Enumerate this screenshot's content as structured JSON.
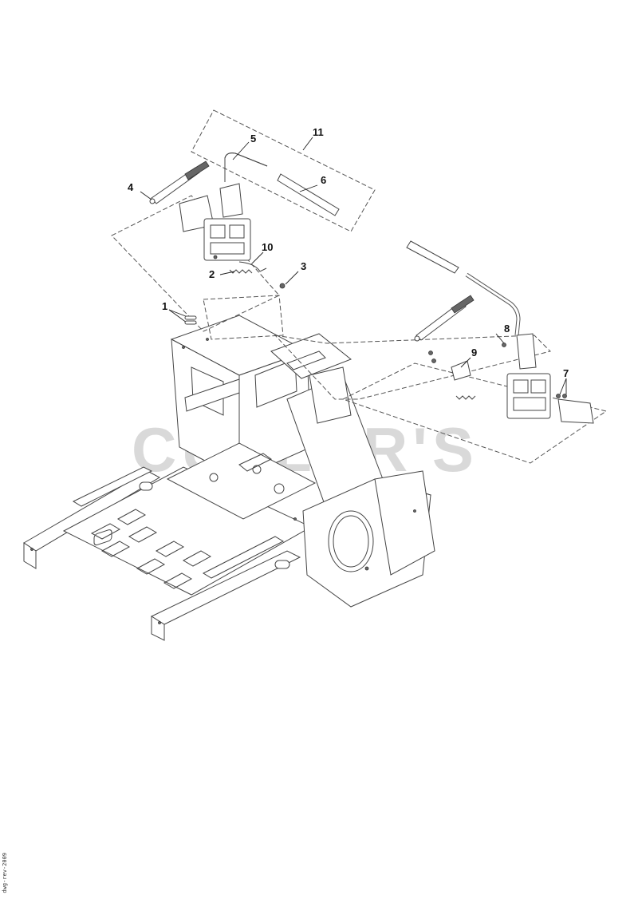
{
  "watermark": "CUTLER'S",
  "side_code": "dwg-rev-2009",
  "callouts": [
    {
      "id": "1",
      "label": "1"
    },
    {
      "id": "2",
      "label": "2"
    },
    {
      "id": "3",
      "label": "3"
    },
    {
      "id": "4",
      "label": "4"
    },
    {
      "id": "5",
      "label": "5"
    },
    {
      "id": "6",
      "label": "6"
    },
    {
      "id": "7",
      "label": "7"
    },
    {
      "id": "8",
      "label": "8"
    },
    {
      "id": "9",
      "label": "9"
    },
    {
      "id": "10",
      "label": "10"
    },
    {
      "id": "11",
      "label": "11"
    }
  ]
}
